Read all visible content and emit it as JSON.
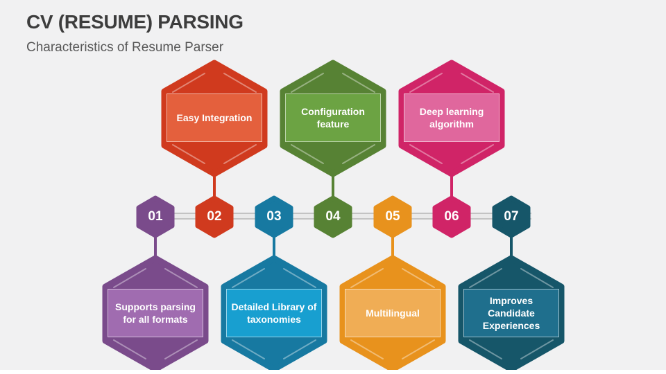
{
  "slide": {
    "title": "CV (RESUME) PARSING",
    "subtitle": "Characteristics of Resume Parser"
  },
  "palette": {
    "background": "#f1f1f2",
    "title_text": "#3d3d3d",
    "subtitle_text": "#575757",
    "track_fill": "#eaeaea",
    "track_edge": "#c3c3c3",
    "label_text": "#ffffff"
  },
  "items": [
    {
      "number": "01",
      "label": "Supports parsing for all formats",
      "row": "bottom",
      "colors": {
        "outer": "#7a4b8b",
        "inner": "#a06cb0"
      }
    },
    {
      "number": "02",
      "label": "Easy Integration",
      "row": "top",
      "colors": {
        "outer": "#d03a1e",
        "inner": "#e4603d"
      }
    },
    {
      "number": "03",
      "label": "Detailed Library of taxonomies",
      "row": "bottom",
      "colors": {
        "outer": "#1779a1",
        "inner": "#189fd0"
      }
    },
    {
      "number": "04",
      "label": "Configuration feature",
      "row": "top",
      "colors": {
        "outer": "#578234",
        "inner": "#6ca343"
      }
    },
    {
      "number": "05",
      "label": "Multilingual",
      "row": "bottom",
      "colors": {
        "outer": "#e8921d",
        "inner": "#f0ad55"
      }
    },
    {
      "number": "06",
      "label": "Deep learning algorithm",
      "row": "top",
      "colors": {
        "outer": "#d02467",
        "inner": "#e0679d"
      }
    },
    {
      "number": "07",
      "label": "Improves Candidate Experiences",
      "row": "bottom",
      "colors": {
        "outer": "#165669",
        "inner": "#1f6f8d"
      }
    }
  ]
}
